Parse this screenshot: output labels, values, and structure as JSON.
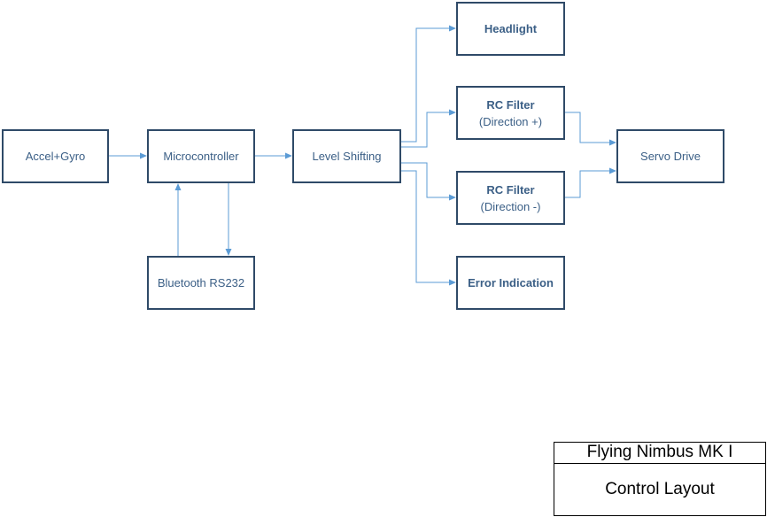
{
  "colors": {
    "block_border": "#2f4a68",
    "block_text": "#3b5f86",
    "connector": "#5b9bd5"
  },
  "blocks": {
    "accel_gyro": "Accel+Gyro",
    "microcontroller": "Microcontroller",
    "level_shifting": "Level Shifting",
    "bluetooth": "Bluetooth RS232",
    "headlight": "Headlight",
    "rc_filter_plus": {
      "title": "RC Filter",
      "sub": "(Direction +)"
    },
    "rc_filter_minus": {
      "title": "RC Filter",
      "sub": "(Direction -)"
    },
    "error_indication": "Error Indication",
    "servo_drive": "Servo Drive"
  },
  "title_block": {
    "project": "Flying Nimbus MK I",
    "drawing": "Control Layout"
  }
}
